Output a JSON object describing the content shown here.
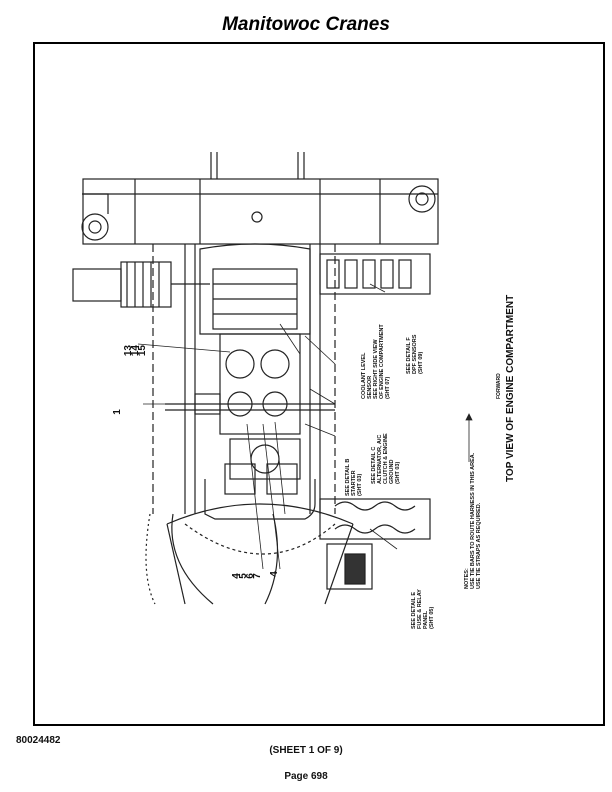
{
  "header": {
    "title": "Manitowoc Cranes"
  },
  "footer": {
    "doc_number": "80024482",
    "sheet": "(SHEET 1 OF 9)",
    "page": "Page 698"
  },
  "diagram": {
    "view_title": "TOP VIEW OF ENGINE COMPARTMENT",
    "forward_label": "FORWARD",
    "callout_1": "1",
    "callout_4a": "4",
    "callout_4b": "4",
    "callout_5": "5",
    "callout_6": "6",
    "callout_7": "7",
    "callout_13": "13",
    "callout_14": "14",
    "callout_15": "15",
    "coolant": [
      "COOLANT LEVEL",
      "SENSOR",
      "SEE RIGHT SIDE VIEW",
      "OF ENGINE COMPARTMENT",
      "(SHT 07)"
    ],
    "detail_f": [
      "SEE DETAIL  F",
      "DPF SENSORS",
      "(SHT 09)"
    ],
    "detail_c": [
      "SEE DETAIL  C",
      "ALTERNATOR, A/C",
      "CLUTCH & ENGINE",
      "GROUND",
      "(SHT 03)"
    ],
    "detail_b": [
      "SEE DETAIL  B",
      "STARTER",
      "(SHT 03)"
    ],
    "detail_e": [
      "SEE DETAIL  E",
      "FUSE & RELAY",
      "PANEL",
      "(SHT 05)"
    ],
    "notes": [
      "NOTES:",
      "USE TIE BARS TO ROUTE HARNESS IN THIS AREA.",
      "USE TIE STRAPS AS REQUIRED."
    ]
  }
}
